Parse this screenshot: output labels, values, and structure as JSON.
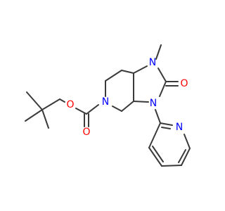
{
  "molecule": {
    "atoms": [
      {
        "id": "O_carbamate_ester",
        "symbol": "O"
      },
      {
        "id": "O_carbamate_carbonyl",
        "symbol": "O"
      },
      {
        "id": "N_piperidine",
        "symbol": "N"
      },
      {
        "id": "N1",
        "symbol": "N"
      },
      {
        "id": "N3",
        "symbol": "N"
      },
      {
        "id": "O_urea",
        "symbol": "O"
      },
      {
        "id": "N_pyridine",
        "symbol": "N"
      }
    ],
    "colors": {
      "bond": "#3a3a3a",
      "oxygen": "#ff0000",
      "nitrogen": "#0000ff"
    }
  }
}
